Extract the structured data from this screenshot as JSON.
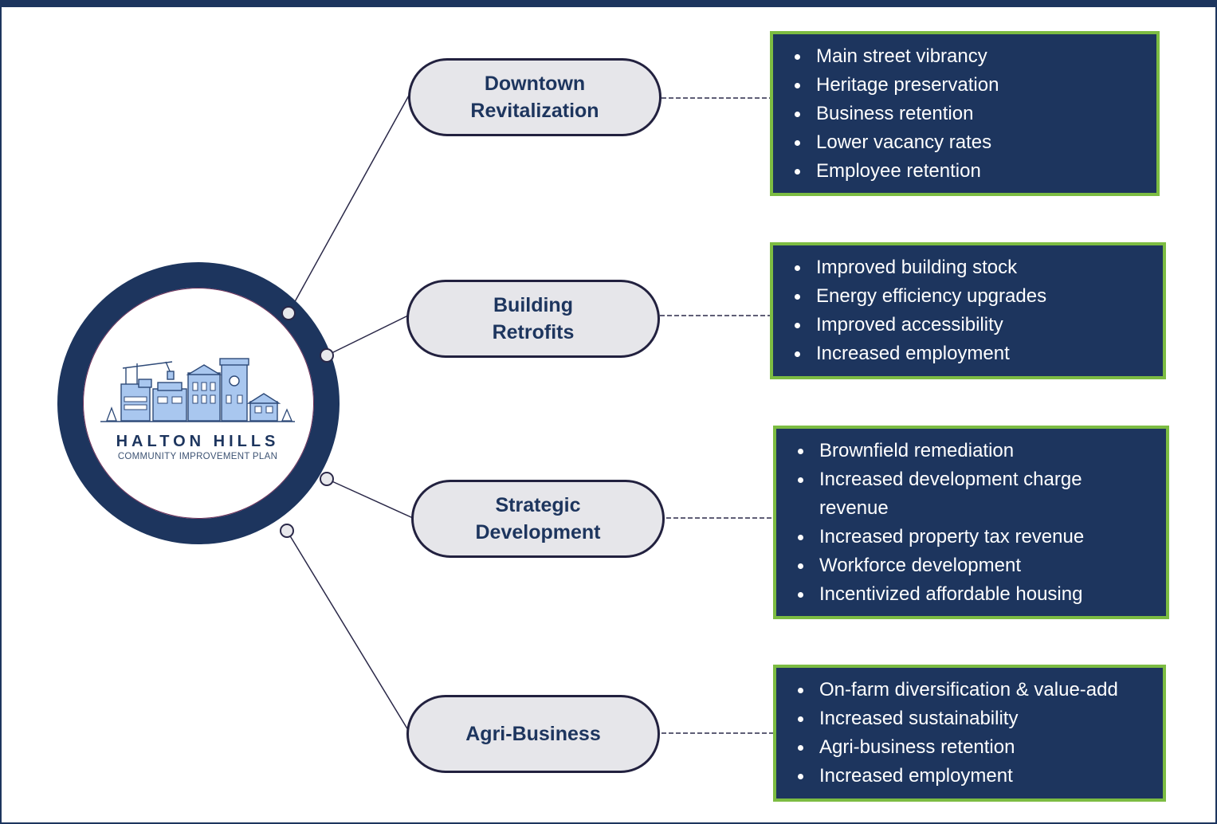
{
  "logo": {
    "title": "HALTON HILLS",
    "subtitle": "COMMUNITY IMPROVEMENT PLAN"
  },
  "colors": {
    "navy": "#1d355e",
    "green_border": "#7cbc42",
    "pill_fill": "#e6e6ea",
    "line": "#2a2848"
  },
  "categories": [
    {
      "label_line1": "Downtown",
      "label_line2": "Revitalization",
      "items": [
        "Main street vibrancy",
        "Heritage preservation",
        "Business retention",
        "Lower vacancy rates",
        "Employee retention"
      ]
    },
    {
      "label_line1": "Building",
      "label_line2": "Retrofits",
      "items": [
        "Improved building stock",
        "Energy efficiency upgrades",
        "Improved accessibility",
        "Increased employment"
      ]
    },
    {
      "label_line1": "Strategic",
      "label_line2": "Development",
      "items": [
        "Brownfield remediation",
        "Increased development charge revenue",
        "Increased property tax revenue",
        "Workforce development",
        "Incentivized affordable housing"
      ]
    },
    {
      "label_line1": "Agri-Business",
      "label_line2": "",
      "items": [
        "On-farm diversification & value-add",
        "Increased sustainability",
        "Agri-business retention",
        "Increased employment"
      ]
    }
  ]
}
